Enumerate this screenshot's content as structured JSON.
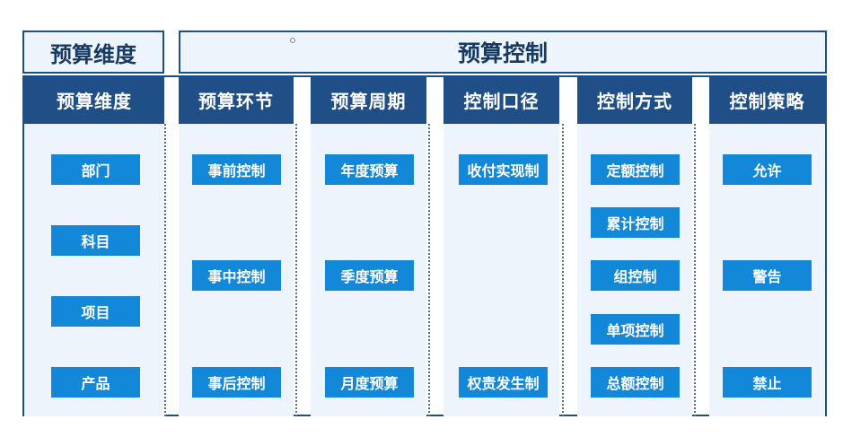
{
  "banners": {
    "left": "预算维度",
    "right": "预算控制"
  },
  "columns": [
    {
      "header": "预算维度",
      "items": [
        "部门",
        "科目",
        "项目",
        "产品"
      ]
    },
    {
      "header": "预算环节",
      "items": [
        "事前控制",
        "事中控制",
        "事后控制"
      ]
    },
    {
      "header": "预算周期",
      "items": [
        "年度预算",
        "季度预算",
        "月度预算"
      ]
    },
    {
      "header": "控制口径",
      "items": [
        "收付实现制",
        "权责发生制"
      ]
    },
    {
      "header": "控制方式",
      "items": [
        "定额控制",
        "累计控制",
        "组控制",
        "单项控制",
        "总额控制"
      ]
    },
    {
      "header": "控制策略",
      "items": [
        "允许",
        "警告",
        "禁止"
      ]
    }
  ],
  "colors": {
    "header_blue": "#1f4f86",
    "chip_blue": "#1488d8",
    "body_light": "#eef4fb"
  }
}
